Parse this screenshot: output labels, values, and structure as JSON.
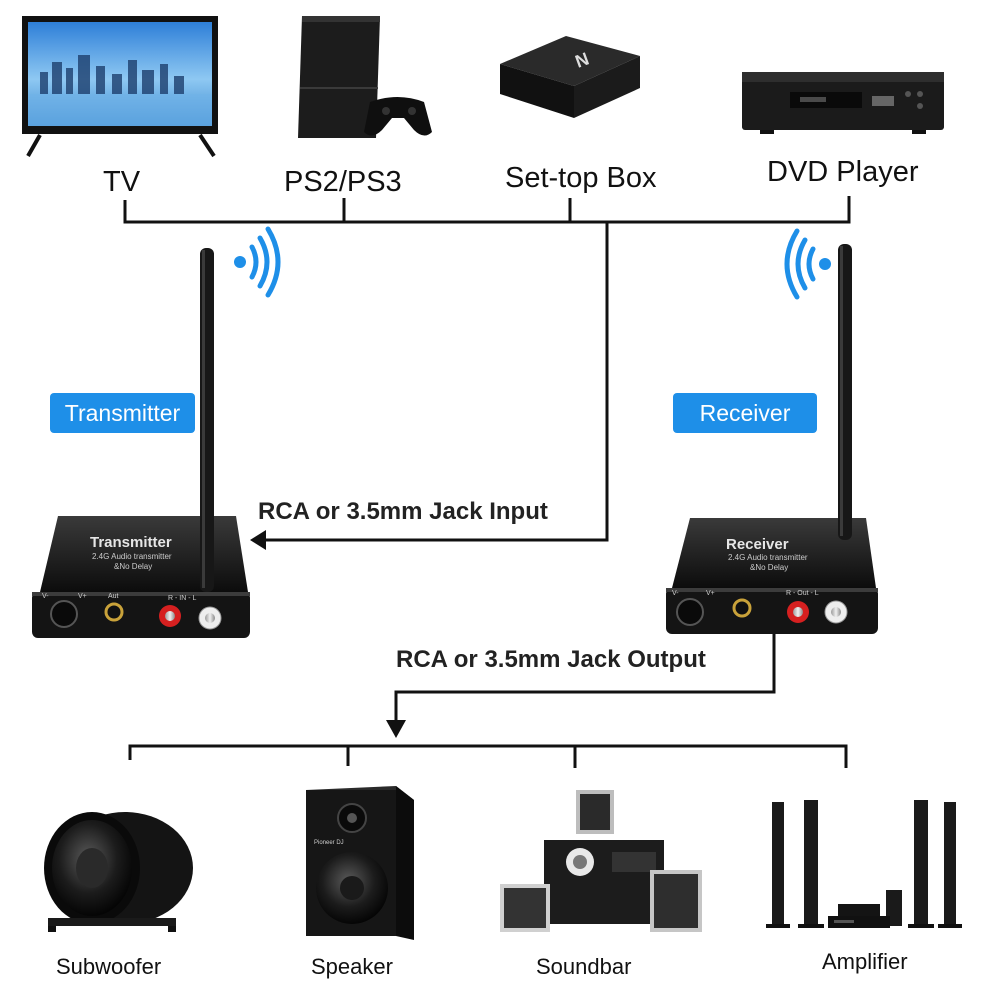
{
  "sources": [
    "TV",
    "PS2/PS3",
    "Set-top Box",
    "DVD Player"
  ],
  "transmitter": {
    "badge": "Transmitter",
    "device_title": "Transmitter",
    "device_sub1": "2.4G Audio transmitter",
    "device_sub2": "&No Delay",
    "port_labels": [
      "V-",
      "V+",
      "Aut",
      "R -  IN  - L"
    ]
  },
  "receiver": {
    "badge": "Receiver",
    "device_title": "Receiver",
    "device_sub1": "2.4G Audio transmitter",
    "device_sub2": "&No Delay",
    "port_labels": [
      "V-",
      "V+",
      "R -  Out  - L"
    ]
  },
  "input_label": "RCA or 3.5mm Jack Input",
  "output_label": "RCA or 3.5mm Jack Output",
  "destinations": [
    "Subwoofer",
    "Speaker",
    "Soundbar",
    "Amplifier"
  ],
  "brand_text": "Pioneer DJ",
  "colors": {
    "accent": "#1e8fe8",
    "line": "#111111",
    "device": "#1a1a1a",
    "rca_red": "#d62020"
  }
}
